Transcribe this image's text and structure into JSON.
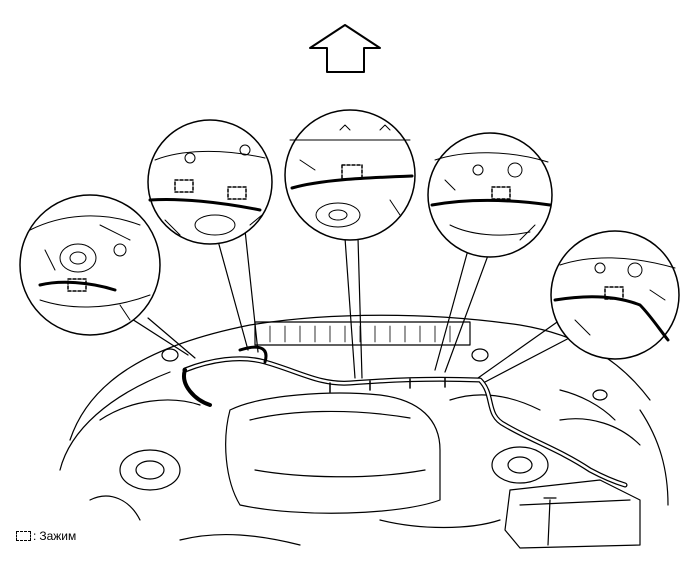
{
  "legend": {
    "separator": ":",
    "label": "Зажим"
  },
  "icons": {
    "direction_arrow": "up-arrow-icon",
    "clamp_marker": "dashed-box-icon"
  },
  "callouts": [
    "clamp-detail-1",
    "clamp-detail-2",
    "clamp-detail-3",
    "clamp-detail-4",
    "clamp-detail-5"
  ]
}
